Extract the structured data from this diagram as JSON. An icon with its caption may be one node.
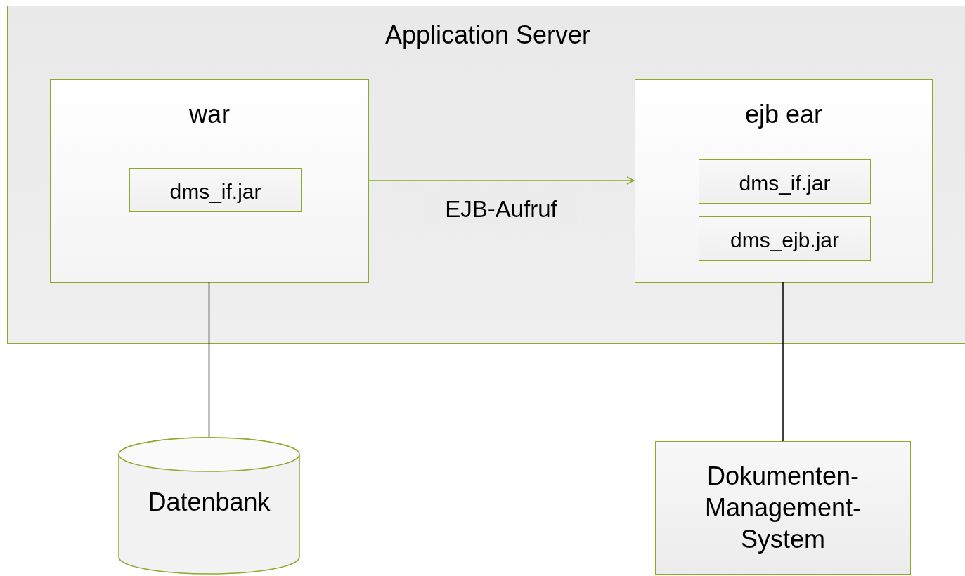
{
  "diagram": {
    "nodes": [
      {
        "text": [
          "Application Server"
        ]
      },
      {
        "text": [
          "war"
        ],
        "in": 0
      },
      {
        "text": [
          "dms_if.jar"
        ],
        "in": 1
      },
      {
        "text": [
          "ejb ear"
        ],
        "in": 0
      },
      {
        "text": [
          "dms_if.jar"
        ],
        "in": 3
      },
      {
        "text": [
          "dms_ejb.jar"
        ],
        "in": 3
      },
      {
        "text": [
          "Datenbank"
        ]
      },
      {
        "text": [
          "Dokumenten- Management- System"
        ]
      }
    ],
    "edges": [
      {
        "from": 1,
        "to": 3,
        "arrow": "to",
        "label": "EJB-Aufruf",
        "color": "#86a822"
      },
      {
        "from": 1,
        "to": 6,
        "arrow": "none"
      },
      {
        "from": 3,
        "to": 7,
        "arrow": "none"
      }
    ]
  }
}
